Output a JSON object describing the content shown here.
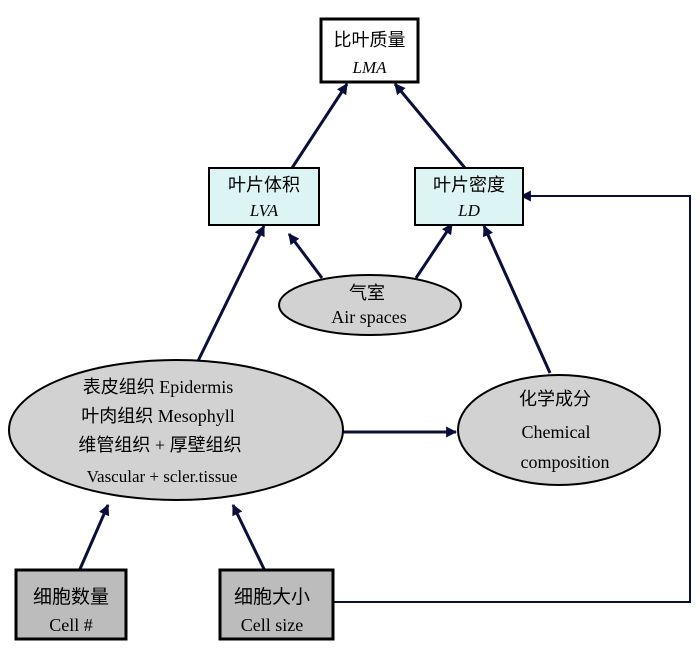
{
  "colors": {
    "box_white": "#ffffff",
    "box_cyan": "#ddf4f4",
    "box_gray": "#bcbcbc",
    "ellipse_fill": "#d2d2d2",
    "stroke": "#0a0e3a"
  },
  "nodes": {
    "lma": {
      "zh": "比叶质量",
      "en": "LMA"
    },
    "lva": {
      "zh": "叶片体积",
      "en": "LVA"
    },
    "ld": {
      "zh": "叶片密度",
      "en": "LD"
    },
    "air": {
      "zh": "气室",
      "en": "Air spaces"
    },
    "tissue": {
      "line1": "表皮组织  Epidermis",
      "line2": "叶肉组织  Mesophyll",
      "line3": "维管组织 + 厚壁组织",
      "line4": "Vascular + scler.tissue"
    },
    "chem": {
      "zh": "化学成分",
      "en1": "Chemical",
      "en2": "composition"
    },
    "cellnum": {
      "zh": "细胞数量",
      "en": "Cell #"
    },
    "cellsize": {
      "zh": "细胞大小",
      "en": "Cell size"
    }
  }
}
